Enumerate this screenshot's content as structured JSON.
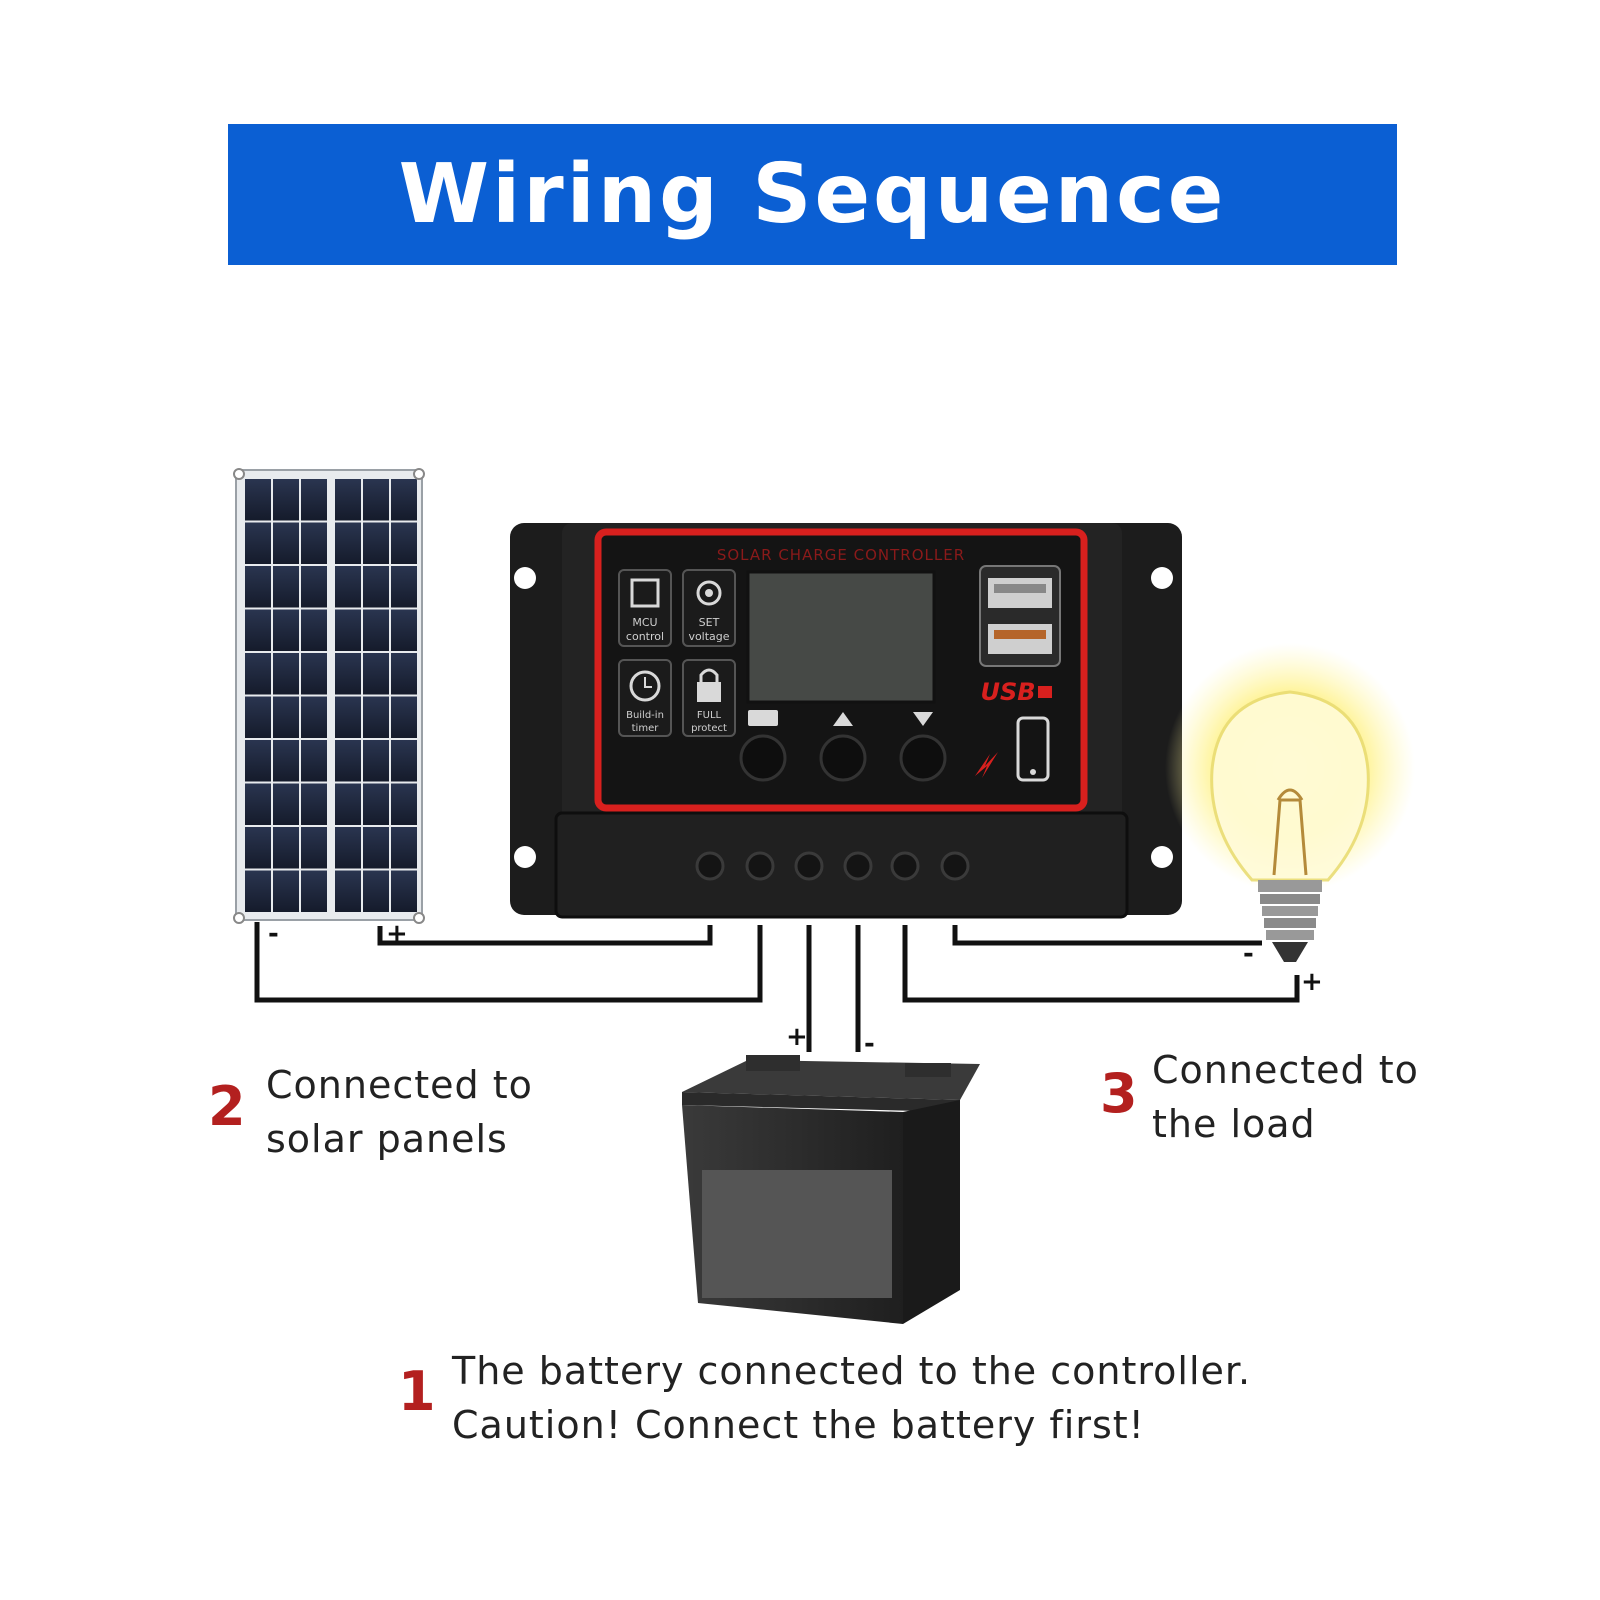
{
  "title": "Wiring Sequence",
  "colors": {
    "title_bg": "#0b5fd3",
    "number": "#b3201f",
    "controller_body": "#222222",
    "controller_frame": "#d8201e",
    "lcd": "#474a47",
    "wire": "#111111",
    "bulb_glow": "#fff07a"
  },
  "steps": [
    {
      "number": "1",
      "line1": "The battery connected to the controller.",
      "line2": "Caution! Connect the battery first!"
    },
    {
      "number": "2",
      "line1": "Connected to",
      "line2": "solar panels"
    },
    {
      "number": "3",
      "line1": "Connected to",
      "line2": "the load"
    }
  ],
  "controller": {
    "header": "SOLAR CHARGE CONTROLLER",
    "features": [
      {
        "icon": "chip-icon",
        "line1": "MCU",
        "line2": "control"
      },
      {
        "icon": "gear-icon",
        "line1": "SET",
        "line2": "voltage"
      },
      {
        "icon": "clock-icon",
        "line1": "Build-in",
        "line2": "timer"
      },
      {
        "icon": "lock-icon",
        "line1": "FULL",
        "line2": "protect"
      }
    ],
    "usb_label": "USB",
    "buttons": [
      "menu-button",
      "up-button",
      "down-button"
    ]
  },
  "polarity": {
    "panel_minus": "-",
    "panel_plus": "+",
    "battery_plus": "+",
    "battery_minus": "-",
    "load_minus": "-",
    "load_plus": "+"
  }
}
